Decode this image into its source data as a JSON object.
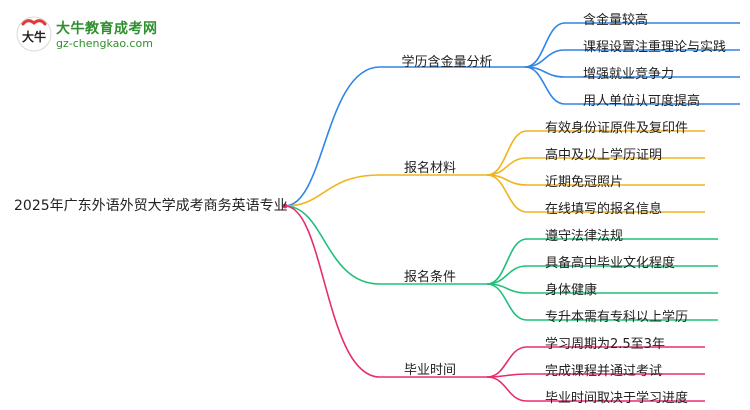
{
  "logo": {
    "mark_text": "大牛",
    "title": "大牛教育成考网",
    "url": "gz-chengkao.com"
  },
  "root": "2025年广东外语外贸大学成考商务英语专业",
  "branches": [
    {
      "label": "学历含金量分析",
      "color": "#2f86e6",
      "children": [
        "含金量较高",
        "课程设置注重理论与实践",
        "增强就业竞争力",
        "用人单位认可度提高"
      ]
    },
    {
      "label": "报名材料",
      "color": "#f0b41e",
      "children": [
        "有效身份证原件及复印件",
        "高中及以上学历证明",
        "近期免冠照片",
        "在线填写的报名信息"
      ]
    },
    {
      "label": "报名条件",
      "color": "#21c07a",
      "children": [
        "遵守法律法规",
        "具备高中毕业文化程度",
        "身体健康",
        "专升本需有专科以上学历"
      ]
    },
    {
      "label": "毕业时间",
      "color": "#e82d6e",
      "children": [
        "学习周期为2.5至3年",
        "完成课程并通过考试",
        "毕业时间取决于学习进度"
      ]
    }
  ]
}
